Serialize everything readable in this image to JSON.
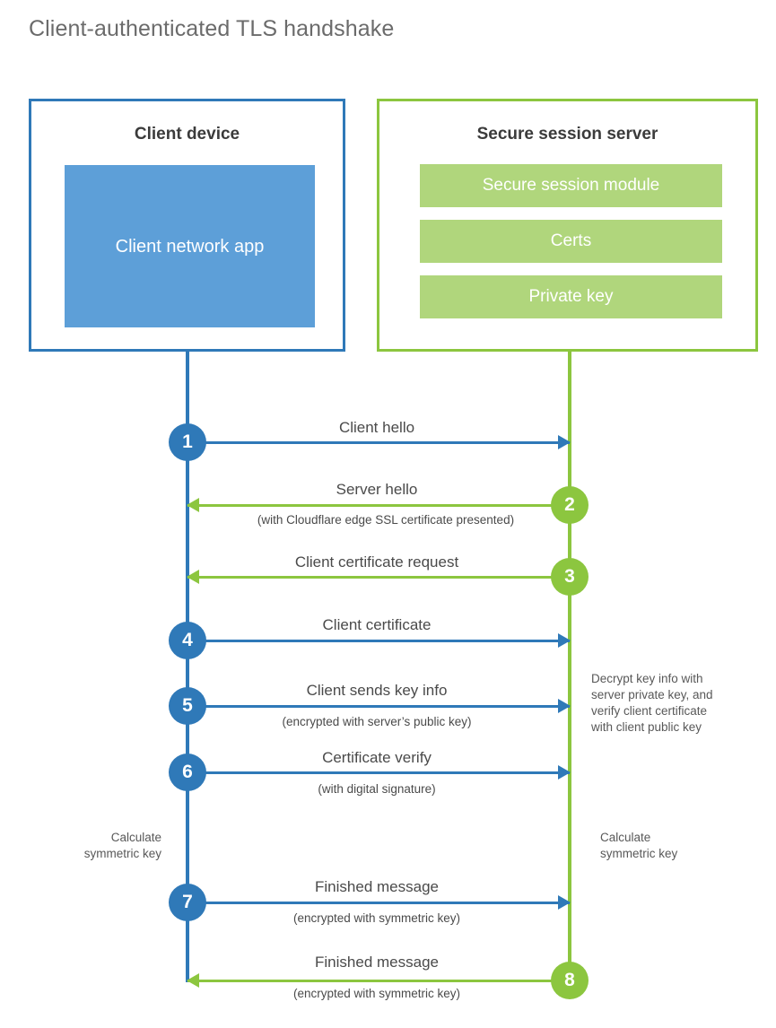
{
  "title": "Client-authenticated TLS handshake",
  "client_panel": {
    "title": "Client device",
    "app_label": "Client network app"
  },
  "server_panel": {
    "title": "Secure session server",
    "modules": [
      "Secure session module",
      "Certs",
      "Private key"
    ]
  },
  "colors": {
    "client_blue": "#2f79b8",
    "client_app_blue": "#5d9fd8",
    "server_green": "#8cc63f",
    "server_bar_green": "#b0d67c",
    "text_gray": "#4a4a4a"
  },
  "steps": [
    {
      "number": "1",
      "label": "Client hello",
      "sub": "",
      "direction": "client-to-server",
      "color": "blue"
    },
    {
      "number": "2",
      "label": "Server hello",
      "sub": "(with Cloudflare edge SSL certificate presented)",
      "direction": "server-to-client",
      "color": "green"
    },
    {
      "number": "3",
      "label": "Client certificate request",
      "sub": "",
      "direction": "server-to-client",
      "color": "green"
    },
    {
      "number": "4",
      "label": "Client certificate",
      "sub": "",
      "direction": "client-to-server",
      "color": "blue"
    },
    {
      "number": "5",
      "label": "Client sends key info",
      "sub": "(encrypted with server’s public key)",
      "direction": "client-to-server",
      "color": "blue"
    },
    {
      "number": "6",
      "label": "Certificate verify",
      "sub": "(with digital signature)",
      "direction": "client-to-server",
      "color": "blue"
    },
    {
      "number": "7",
      "label": "Finished message",
      "sub": "(encrypted with symmetric key)",
      "direction": "client-to-server",
      "color": "blue"
    },
    {
      "number": "8",
      "label": "Finished message",
      "sub": "(encrypted with symmetric key)",
      "direction": "server-to-client",
      "color": "green"
    }
  ],
  "notes": {
    "server_decrypt": "Decrypt key info with\nserver private key, and\nverify client certificate\nwith client public key",
    "client_calculate": "Calculate\nsymmetric key",
    "server_calculate": "Calculate\nsymmetric key"
  }
}
